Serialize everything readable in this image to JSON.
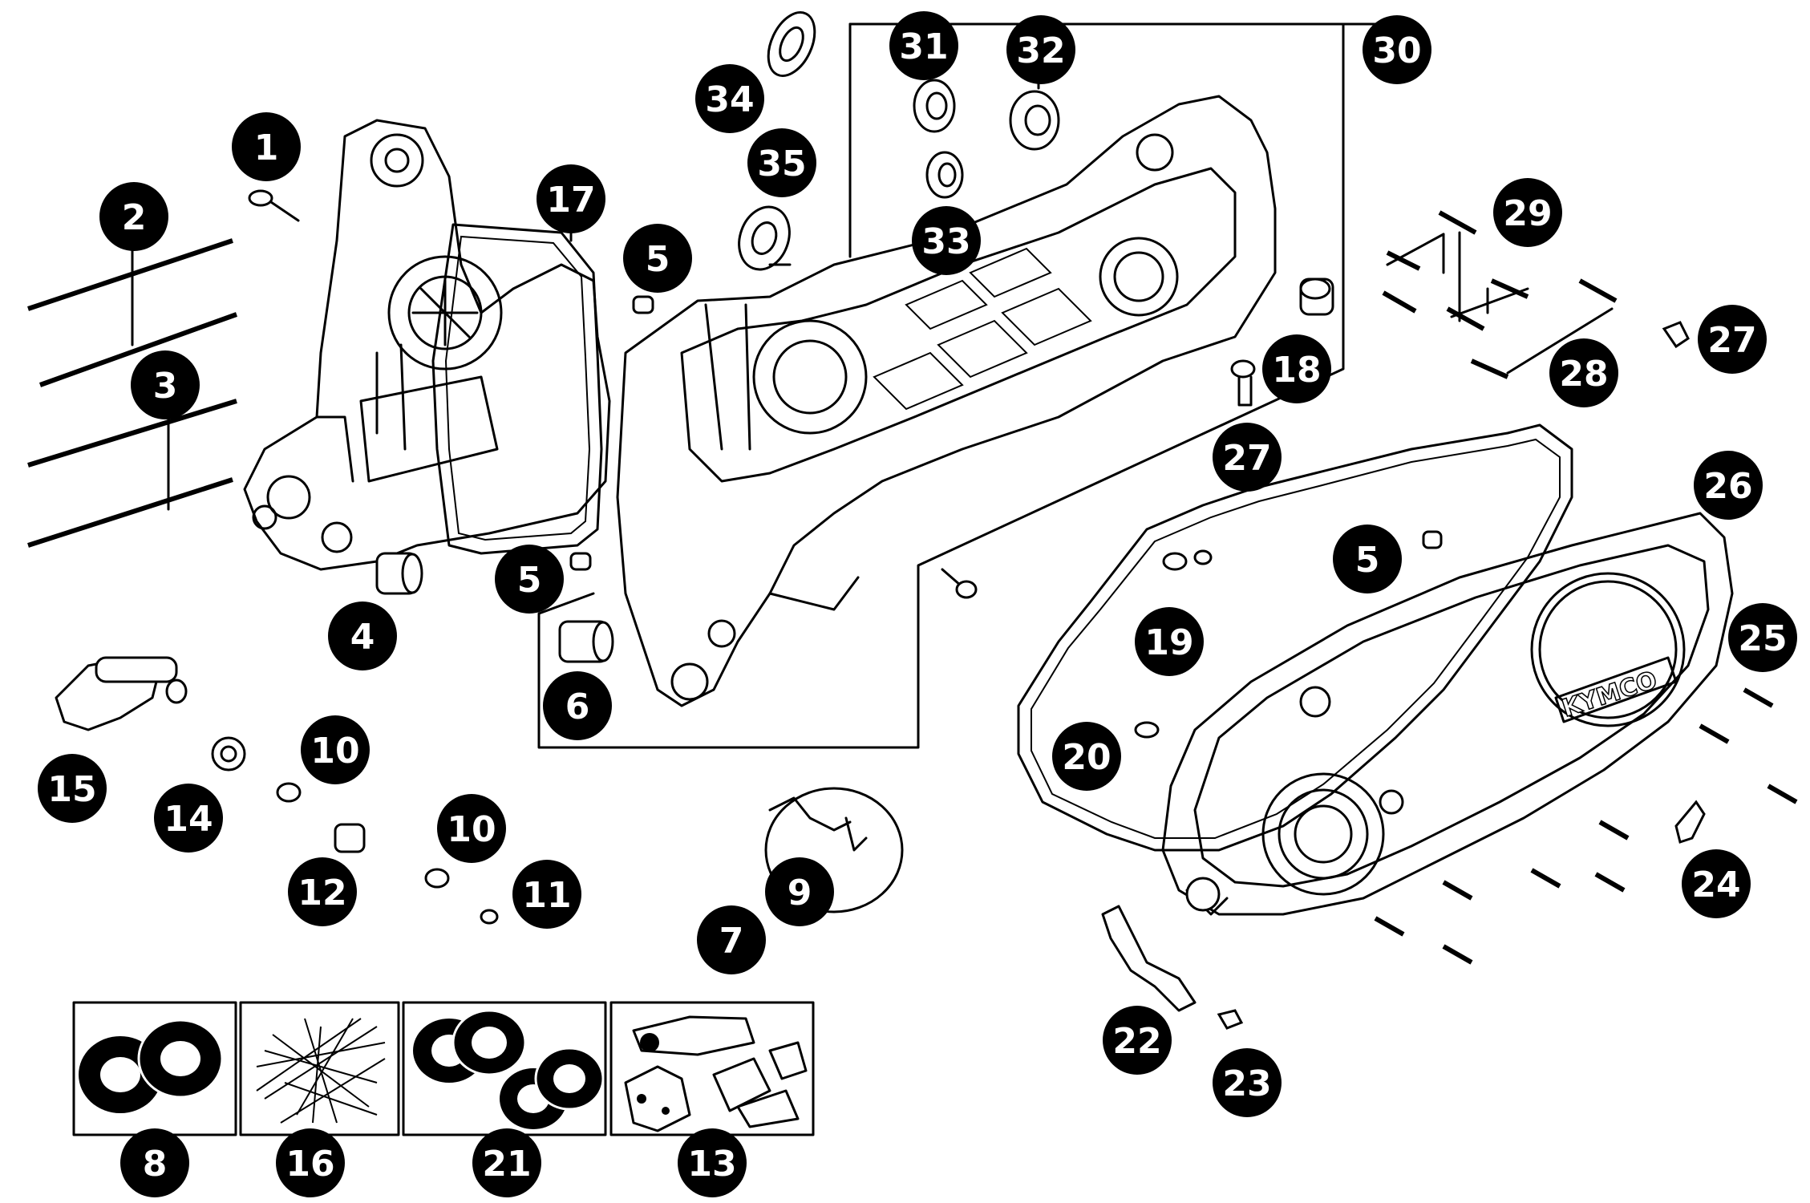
{
  "callouts": [
    {
      "id": "c1",
      "label": "1"
    },
    {
      "id": "c2",
      "label": "2"
    },
    {
      "id": "c3",
      "label": "3"
    },
    {
      "id": "c4",
      "label": "4"
    },
    {
      "id": "c5a",
      "label": "5"
    },
    {
      "id": "c5b",
      "label": "5"
    },
    {
      "id": "c5c",
      "label": "5"
    },
    {
      "id": "c6",
      "label": "6"
    },
    {
      "id": "c7",
      "label": "7"
    },
    {
      "id": "c8",
      "label": "8"
    },
    {
      "id": "c9",
      "label": "9"
    },
    {
      "id": "c10a",
      "label": "10"
    },
    {
      "id": "c10b",
      "label": "10"
    },
    {
      "id": "c11",
      "label": "11"
    },
    {
      "id": "c12",
      "label": "12"
    },
    {
      "id": "c13",
      "label": "13"
    },
    {
      "id": "c14",
      "label": "14"
    },
    {
      "id": "c15",
      "label": "15"
    },
    {
      "id": "c16",
      "label": "16"
    },
    {
      "id": "c17",
      "label": "17"
    },
    {
      "id": "c18",
      "label": "18"
    },
    {
      "id": "c19",
      "label": "19"
    },
    {
      "id": "c20",
      "label": "20"
    },
    {
      "id": "c21",
      "label": "21"
    },
    {
      "id": "c22",
      "label": "22"
    },
    {
      "id": "c23",
      "label": "23"
    },
    {
      "id": "c24",
      "label": "24"
    },
    {
      "id": "c25",
      "label": "25"
    },
    {
      "id": "c26",
      "label": "26"
    },
    {
      "id": "c27a",
      "label": "27"
    },
    {
      "id": "c27b",
      "label": "27"
    },
    {
      "id": "c28",
      "label": "28"
    },
    {
      "id": "c29",
      "label": "29"
    },
    {
      "id": "c30",
      "label": "30"
    },
    {
      "id": "c31",
      "label": "31"
    },
    {
      "id": "c32",
      "label": "32"
    },
    {
      "id": "c33",
      "label": "33"
    },
    {
      "id": "c34",
      "label": "34"
    },
    {
      "id": "c35",
      "label": "35"
    }
  ],
  "cover_logo": "KYMCO"
}
